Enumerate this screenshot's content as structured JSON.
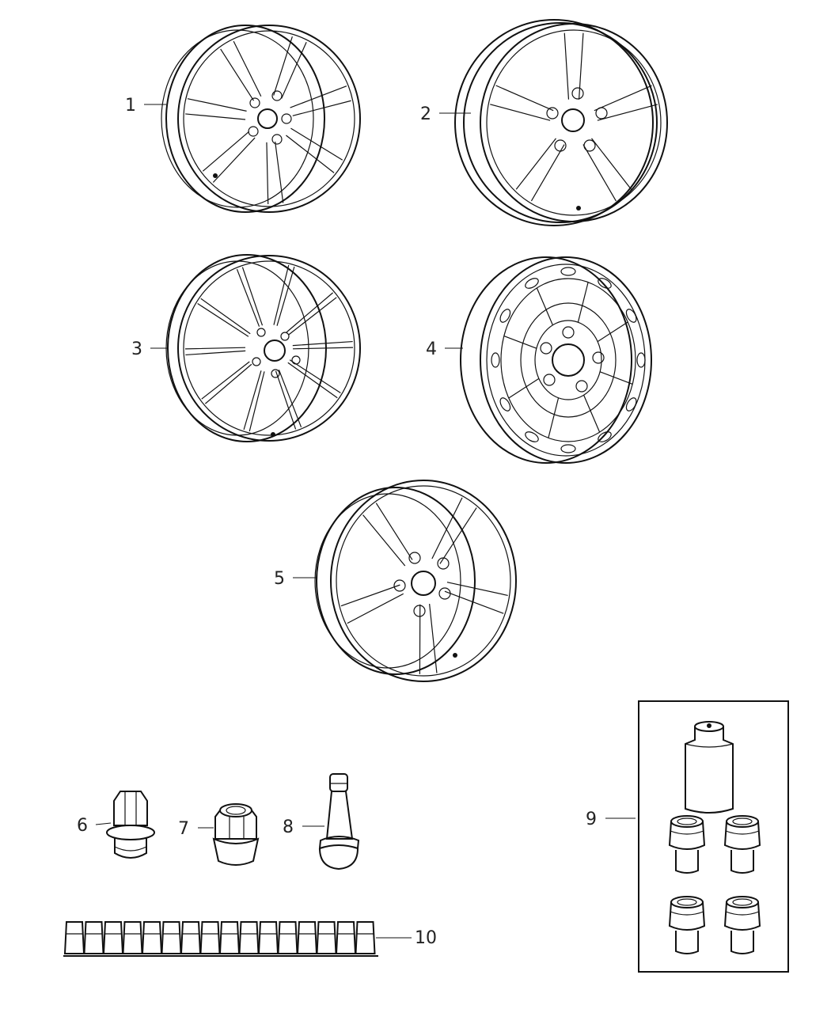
{
  "diagram": {
    "callouts": [
      {
        "id": "1",
        "label": "1"
      },
      {
        "id": "2",
        "label": "2"
      },
      {
        "id": "3",
        "label": "3"
      },
      {
        "id": "4",
        "label": "4"
      },
      {
        "id": "5",
        "label": "5"
      },
      {
        "id": "6",
        "label": "6"
      },
      {
        "id": "7",
        "label": "7"
      },
      {
        "id": "8",
        "label": "8"
      },
      {
        "id": "9",
        "label": "9"
      },
      {
        "id": "10",
        "label": "10"
      }
    ],
    "parts": [
      {
        "callout": "1",
        "icon": "wheel-seven-spoke-icon"
      },
      {
        "callout": "2",
        "icon": "wheel-five-spoke-icon"
      },
      {
        "callout": "3",
        "icon": "wheel-split-spoke-icon"
      },
      {
        "callout": "4",
        "icon": "steel-wheel-icon"
      },
      {
        "callout": "5",
        "icon": "wheel-five-spoke-alt-icon"
      },
      {
        "callout": "6",
        "icon": "lug-nut-icon"
      },
      {
        "callout": "7",
        "icon": "lug-nut-open-icon"
      },
      {
        "callout": "8",
        "icon": "valve-stem-icon"
      },
      {
        "callout": "9",
        "icon": "wheel-lock-kit-icon"
      },
      {
        "callout": "10",
        "icon": "balance-weight-strip-icon"
      }
    ]
  }
}
